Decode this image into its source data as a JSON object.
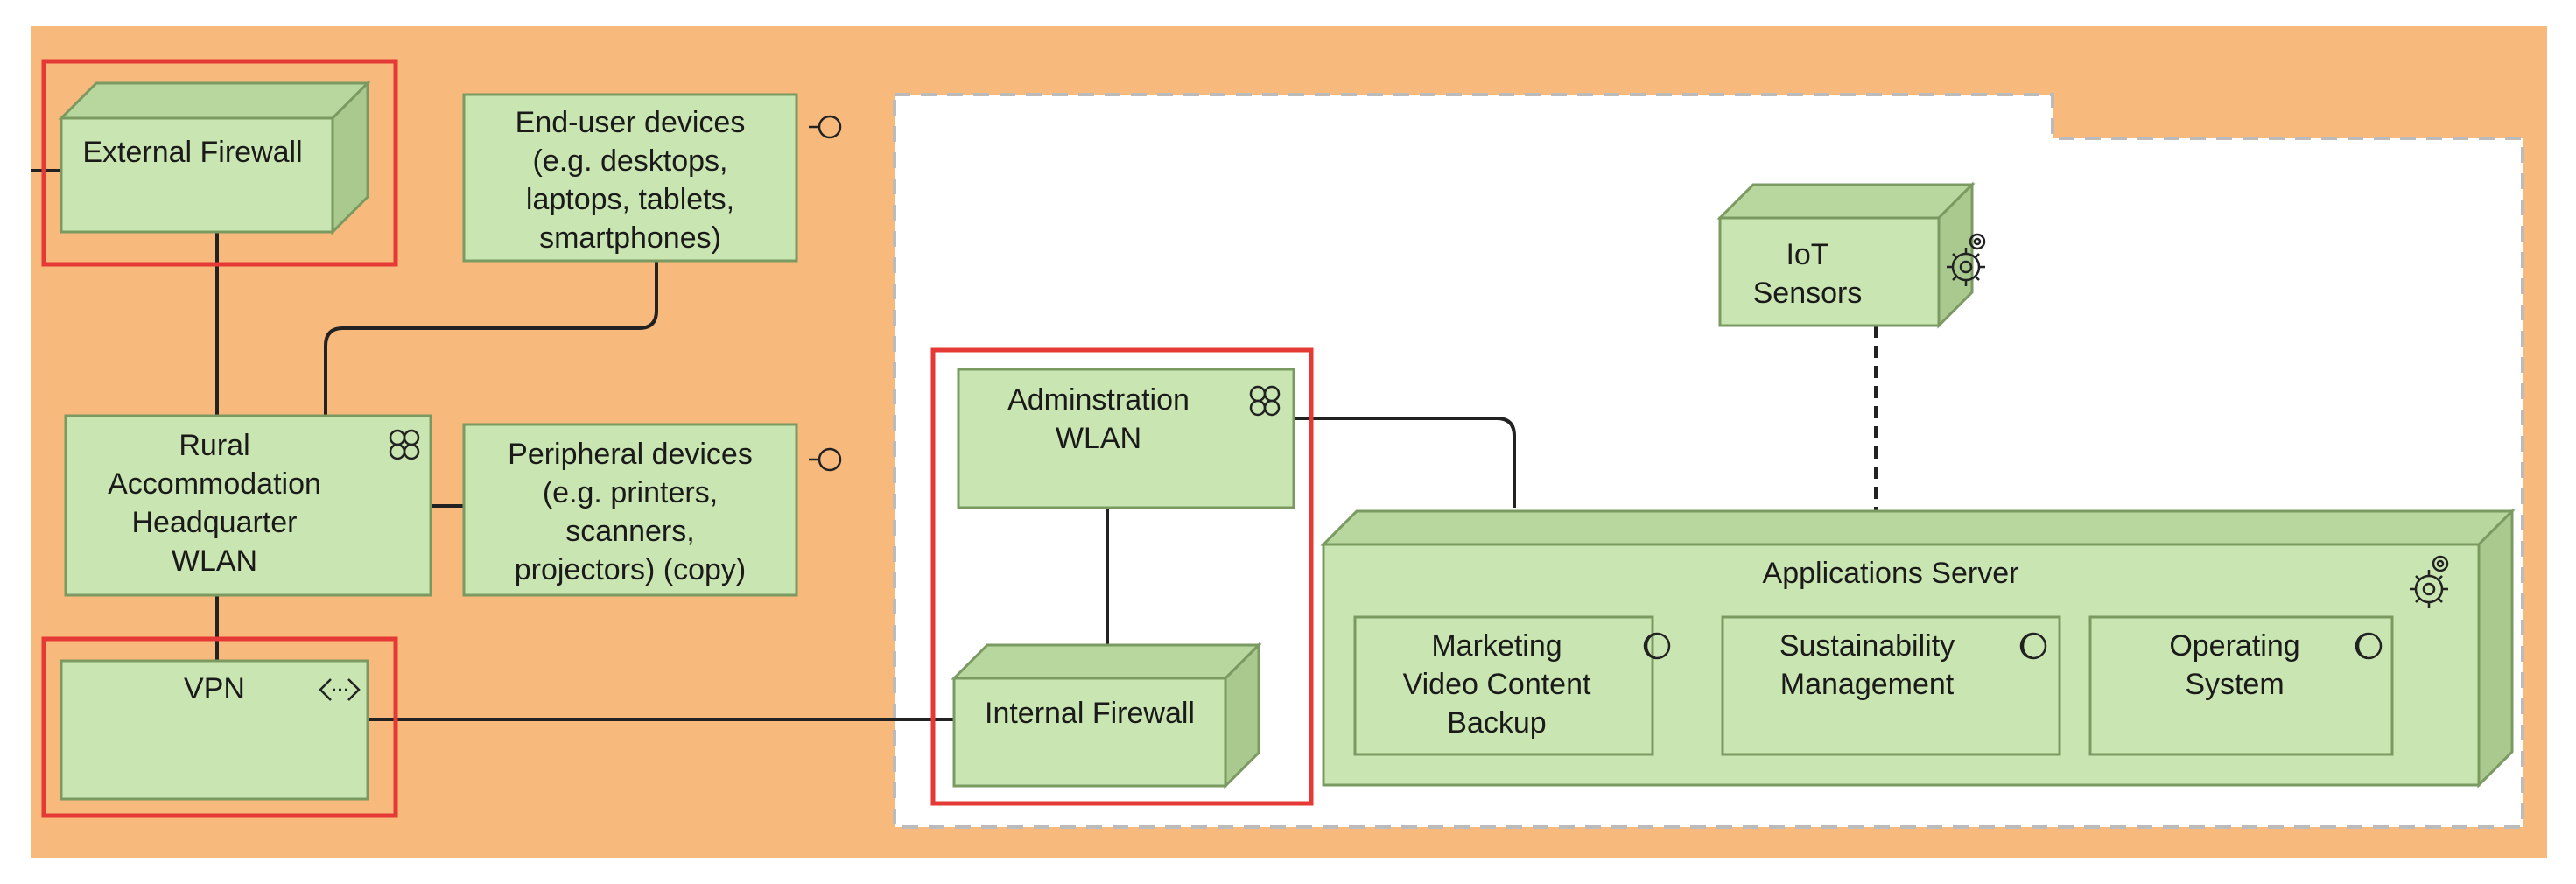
{
  "colors": {
    "background": "#F7B97C",
    "node_fill": "#C9E5B1",
    "node_side": "#A9C98F",
    "node_top": "#B8D79E",
    "node_border": "#7A9A62",
    "highlight": "#E53935",
    "line": "#222222",
    "group_fill": "#FFFFFF",
    "group_border": "#BBBBBB"
  },
  "nodes": {
    "external_firewall": "External Firewall",
    "end_user_devices": "End-user devices\n(e.g. desktops,\nlaptops, tablets,\nsmartphones)",
    "headquarter_wlan": "Rural\nAccommodation\nHeadquarter\nWLAN",
    "peripheral_devices": "Peripheral devices\n(e.g. printers,\nscanners,\nprojectors) (copy)",
    "vpn": "VPN",
    "administration_wlan": "Adminstration\nWLAN",
    "internal_firewall": "Internal Firewall",
    "iot_sensors": "IoT\nSensors",
    "applications_server": "Applications Server",
    "marketing_backup": "Marketing\nVideo Content\nBackup",
    "sustainability_management": "Sustainability\nManagement",
    "operating_system": "Operating\nSystem"
  },
  "icons": {
    "interface": "interface-icon",
    "network": "network-icon",
    "path": "path-icon",
    "system_software": "system-software-icon",
    "gear": "gear-icon"
  }
}
